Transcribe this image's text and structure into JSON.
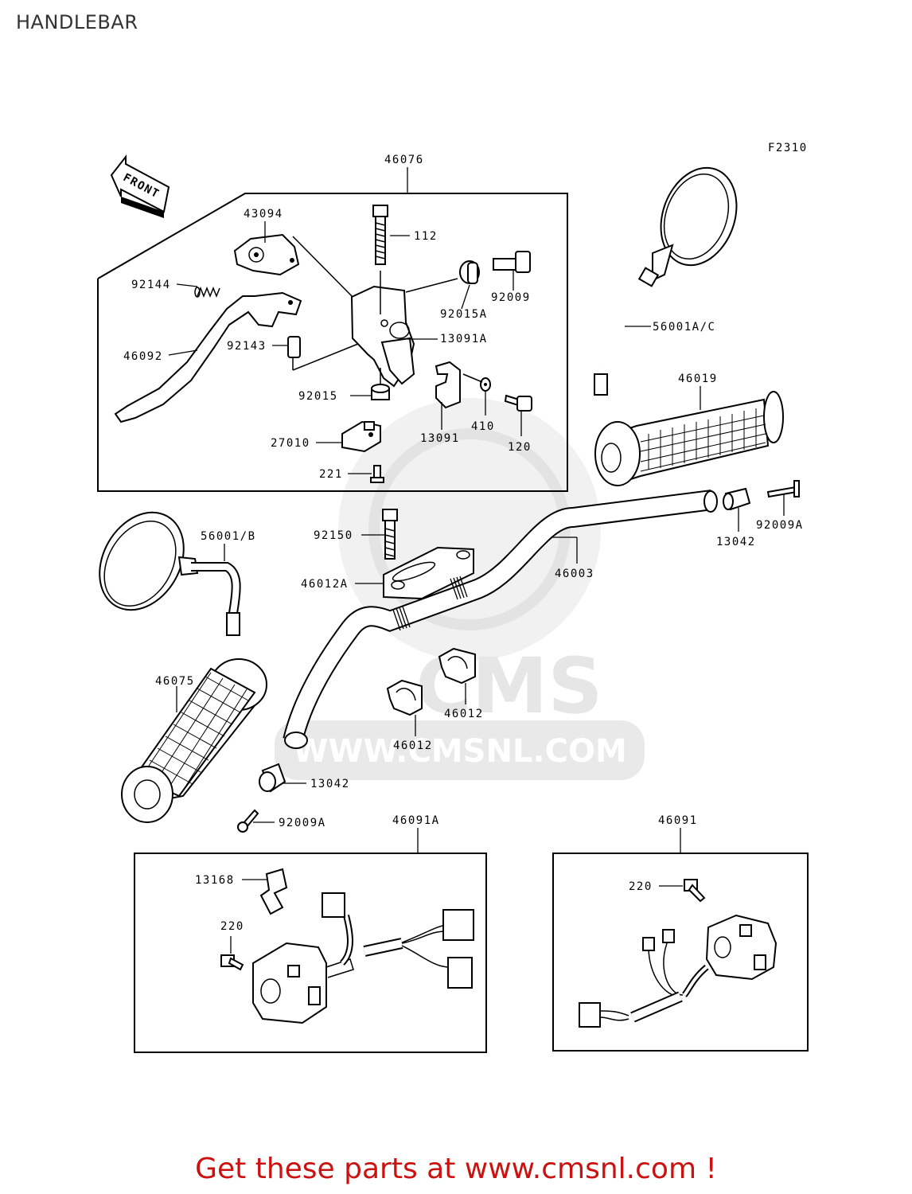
{
  "page": {
    "title": "HANDLEBAR"
  },
  "diagram": {
    "figure_code": "F2310",
    "front_label": "FRONT",
    "labels": {
      "p46076": "46076",
      "p43094": "43094",
      "p112": "112",
      "p92144": "92144",
      "p92015A": "92015A",
      "p92009": "92009",
      "p13091A": "13091A",
      "p46092": "46092",
      "p92143": "92143",
      "p92015": "92015",
      "p410": "410",
      "p120": "120",
      "p13091": "13091",
      "p27010": "27010",
      "p221": "221",
      "p56001AC": "56001A/C",
      "p46019": "46019",
      "p56001B": "56001/B",
      "p92150": "92150",
      "p13042r": "13042",
      "p92009Ar": "92009A",
      "p46012A": "46012A",
      "p46003": "46003",
      "p46075": "46075",
      "p46012a": "46012",
      "p46012b": "46012",
      "p13042l": "13042",
      "p92009Al": "92009A",
      "p46091A": "46091A",
      "p46091": "46091",
      "p13168": "13168",
      "p220a": "220",
      "p220b": "220"
    }
  },
  "watermark": {
    "text": "WWW.CMSNL.COM",
    "logo_text": "CMS"
  },
  "cta": {
    "text": "Get these parts at www.cmsnl.com !",
    "color": "#cc1111"
  }
}
